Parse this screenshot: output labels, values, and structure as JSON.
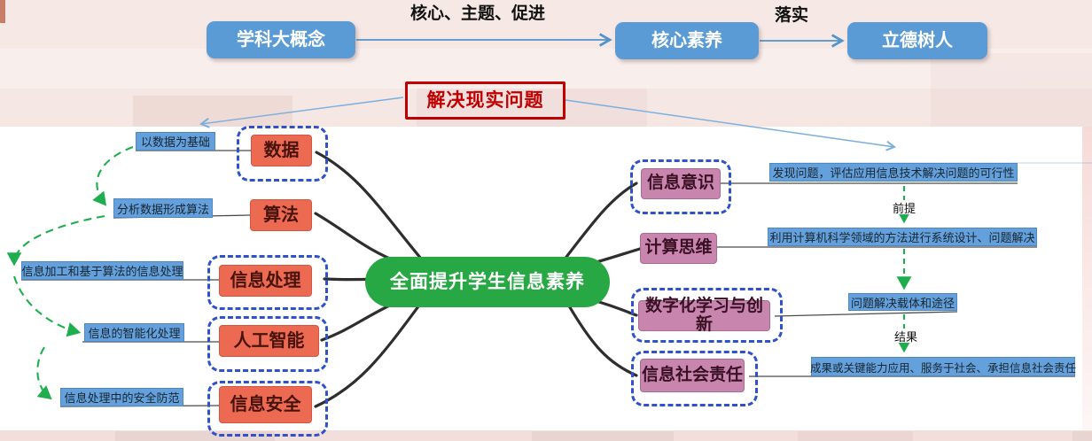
{
  "top_flow": {
    "nodes": [
      {
        "label": "学科大概念"
      },
      {
        "label": "核心素养"
      },
      {
        "label": "立德树人"
      }
    ],
    "arrows": [
      {
        "label": "核心、主题、促进"
      },
      {
        "label": "落实"
      }
    ]
  },
  "problem_box": {
    "label": "解决现实问题"
  },
  "mindmap": {
    "center": {
      "label": "全面提升学生信息素养"
    },
    "left_branches": [
      {
        "topic": "数据",
        "note": "以数据为基础"
      },
      {
        "topic": "算法",
        "note": "分析数据形成算法"
      },
      {
        "topic": "信息处理",
        "note": "信息加工和基于算法的信息处理"
      },
      {
        "topic": "人工智能",
        "note": "信息的智能化处理"
      },
      {
        "topic": "信息安全",
        "note": "信息处理中的安全防范"
      }
    ],
    "right_branches": [
      {
        "topic": "信息意识",
        "note": "发现问题，评估应用信息技术解决问题的可行性"
      },
      {
        "topic": "计算思维",
        "note": "利用计算机科学领域的方法进行系统设计、问题解决"
      },
      {
        "topic": "数字化学习与创新",
        "note": "问题解决载体和途径"
      },
      {
        "topic": "信息社会责任",
        "note": "成果或关键能力应用、服务于社会、承担信息社会责任"
      }
    ],
    "flow_labels": [
      {
        "label": "前提"
      },
      {
        "label": "结果"
      }
    ]
  },
  "colors": {
    "top_box_blue": "#5b9bd5",
    "note_blue": "#63a0dc",
    "left_topic_salmon": "#ec6a52",
    "right_topic_mauve": "#c886ae",
    "center_green": "#27a844",
    "dashed_frame_blue": "#2f52cc",
    "green_arrow": "#1fae4e",
    "problem_red": "#c00000"
  }
}
